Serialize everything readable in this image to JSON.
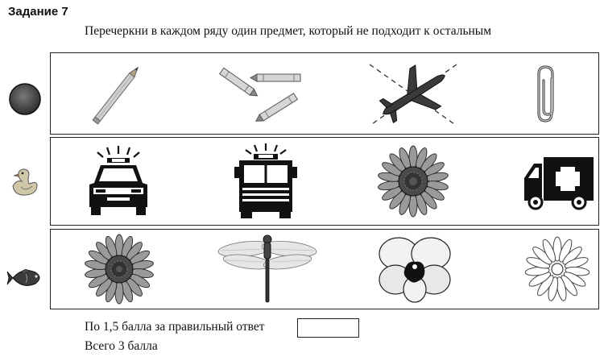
{
  "task": {
    "title": "Задание 7",
    "instruction": "Перечеркни в каждом ряду один предмет, который не подходит к остальным"
  },
  "rows": [
    {
      "marker_icon": "circle-icon",
      "items": [
        "pencil-icon",
        "crayons-icon",
        "airplane-icon",
        "paperclip-icon"
      ]
    },
    {
      "marker_icon": "duck-icon",
      "items": [
        "police-car-icon",
        "fire-truck-icon",
        "sunflower-icon",
        "ambulance-icon"
      ]
    },
    {
      "marker_icon": "fish-icon",
      "items": [
        "sunflower-icon",
        "dragonfly-icon",
        "orchid-icon",
        "daisy-icon"
      ]
    }
  ],
  "footer": {
    "score_text": "По 1,5 балла за правильный ответ",
    "score_box_value": "",
    "total_text": "Всего 3 балла"
  }
}
